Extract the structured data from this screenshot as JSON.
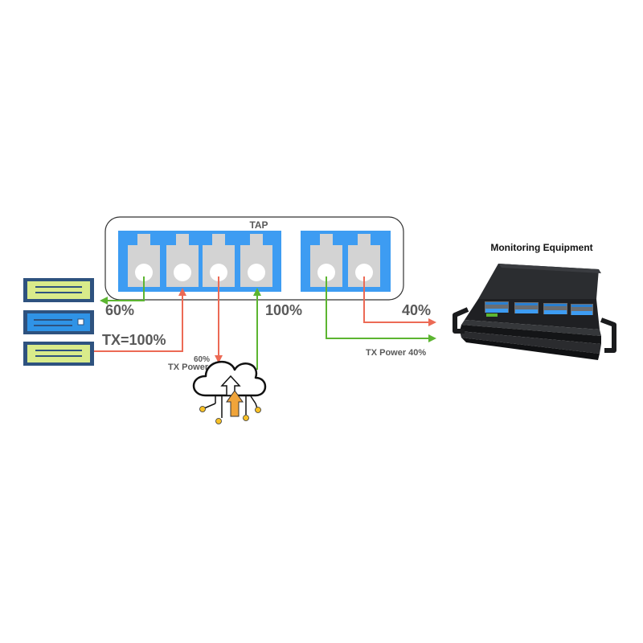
{
  "labels": {
    "tap_title": "TAP",
    "monitoring_title": "Monitoring Equipment",
    "pct_60_left": "60%",
    "tx_100": "TX=100%",
    "pct_100": "100%",
    "pct_40": "40%",
    "cloud_60": "60%",
    "cloud_tx_power": "TX Power",
    "tx_power_40": "TX Power 40%"
  },
  "colors": {
    "port_blue": "#3d9cf2",
    "port_grey": "#d3d3d3",
    "green_line": "#5cb531",
    "red_line": "#ec6a55",
    "server_frame": "#2e527f",
    "server_fill": "#d9eb8a",
    "server_blue": "#2f93e6",
    "cloud_orange": "#f0a43a",
    "cloud_node": "#f6c027"
  },
  "icons": {
    "servers": "server-stack-icon",
    "cloud": "cloud-upload-icon",
    "monitoring": "fiber-enclosure-icon"
  }
}
